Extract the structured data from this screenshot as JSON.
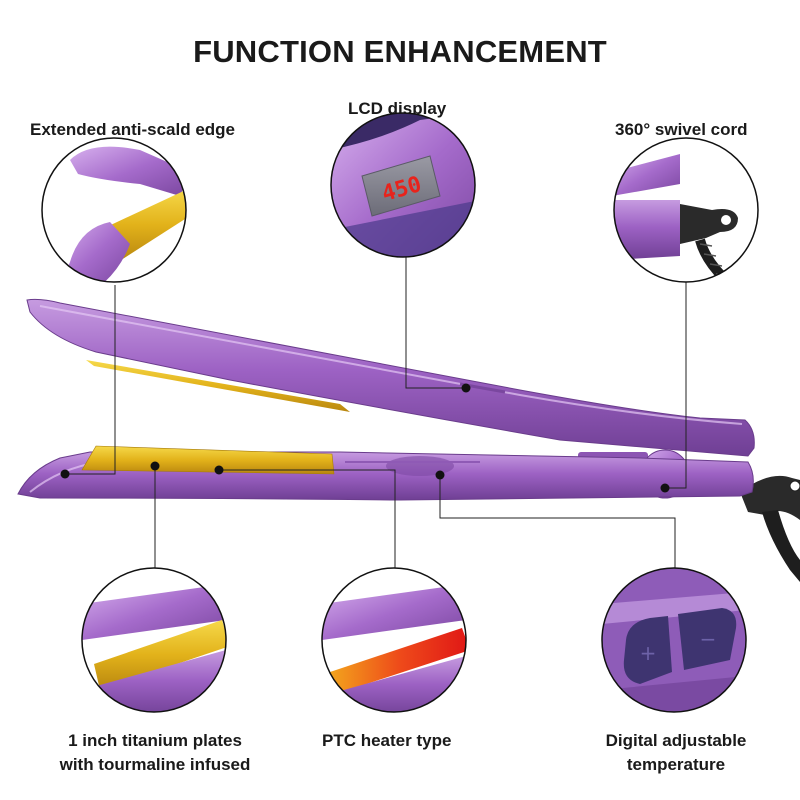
{
  "title": "FUNCTION ENHANCEMENT",
  "callouts": {
    "edge": "Extended anti-scald edge",
    "lcd": "LCD display",
    "cord": "360° swivel cord",
    "plates_line1": "1 inch titanium plates",
    "plates_line2": "with tourmaline infused",
    "heater": "PTC heater type",
    "temp_line1": "Digital adjustable",
    "temp_line2": "temperature"
  },
  "lcd_reading": "450",
  "colors": {
    "body_purple": "#9a5fc0",
    "plate_gold": "#e2b21a",
    "heater_red": "#e8231c",
    "cord_black": "#222222"
  }
}
